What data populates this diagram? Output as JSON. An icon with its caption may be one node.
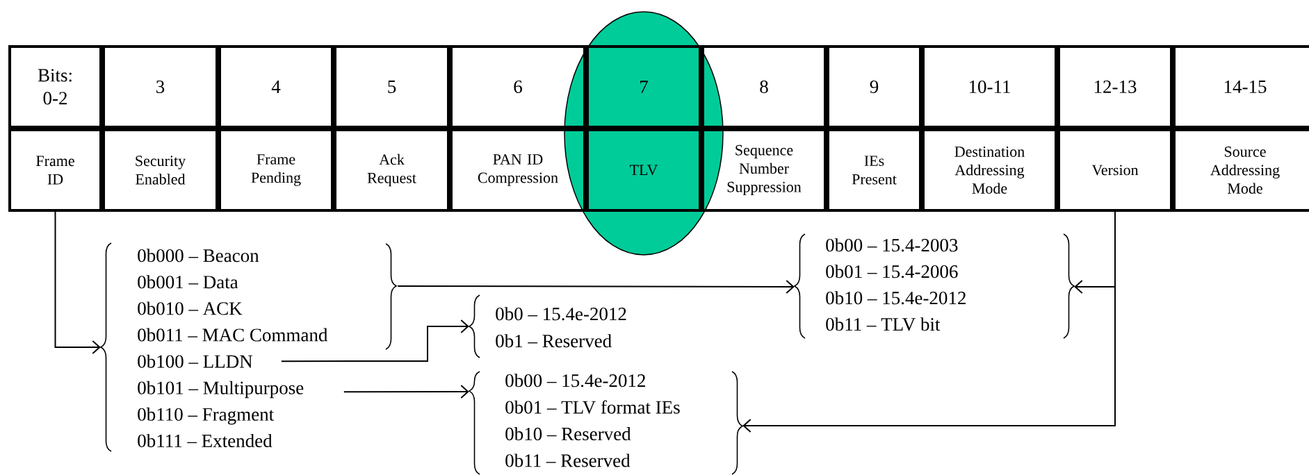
{
  "diagram": {
    "nodes": [
      {
        "text": [
          "Bits: 0-2"
        ]
      },
      {
        "text": [
          "3"
        ]
      },
      {
        "text": [
          "4"
        ]
      },
      {
        "text": [
          "5"
        ]
      },
      {
        "text": [
          "6"
        ]
      },
      {
        "text": [
          "7"
        ]
      },
      {
        "text": [
          "8"
        ]
      },
      {
        "text": [
          "9"
        ]
      },
      {
        "text": [
          "10-11"
        ]
      },
      {
        "text": [
          "12-13"
        ]
      },
      {
        "text": [
          "14-15"
        ]
      },
      {
        "text": [
          "Frame ID"
        ]
      },
      {
        "text": [
          "Security Enabled"
        ]
      },
      {
        "text": [
          "Frame Pending"
        ]
      },
      {
        "text": [
          "Ack Request"
        ]
      },
      {
        "text": [
          "PAN ID Compression"
        ]
      },
      {
        "text": [
          "TLV"
        ]
      },
      {
        "text": [
          "Sequence Number Suppression"
        ]
      },
      {
        "text": [
          "IEs Present"
        ]
      },
      {
        "text": [
          "Destination Addressing Mode"
        ]
      },
      {
        "text": [
          "Version"
        ]
      },
      {
        "text": [
          "Source Addressing Mode"
        ]
      },
      {
        "text": [
          "0b000 – Beacon",
          "0b001 – Data",
          "0b010 – ACK",
          "0b011 – MAC Command",
          "0b100 – LLDN",
          "0b101 – Multipurpose",
          "0b110 – Fragment",
          "0b111 – Extended"
        ]
      },
      {
        "text": [
          "0b00 – 15.4-2003",
          "0b01 – 15.4-2006",
          "0b10 – 15.4e-2012",
          "0b11 – TLV bit"
        ]
      },
      {
        "text": [
          "0b0 – 15.4e-2012",
          "0b1 – Reserved"
        ]
      },
      {
        "text": [
          "0b00 – 15.4e-2012",
          "0b01 – TLV format IEs",
          "0b10 – Reserved",
          "0b11 – Reserved"
        ]
      }
    ],
    "edges": [
      {
        "from": 11,
        "to": 22,
        "arrow": "to"
      },
      {
        "from": 22,
        "to": 23,
        "arrow": "to"
      },
      {
        "from": 22,
        "to": 24,
        "arrow": "to"
      },
      {
        "from": 22,
        "to": 25,
        "arrow": "to"
      },
      {
        "from": 20,
        "to": 23,
        "arrow": "to"
      },
      {
        "from": 20,
        "to": 25,
        "arrow": "to"
      }
    ]
  }
}
